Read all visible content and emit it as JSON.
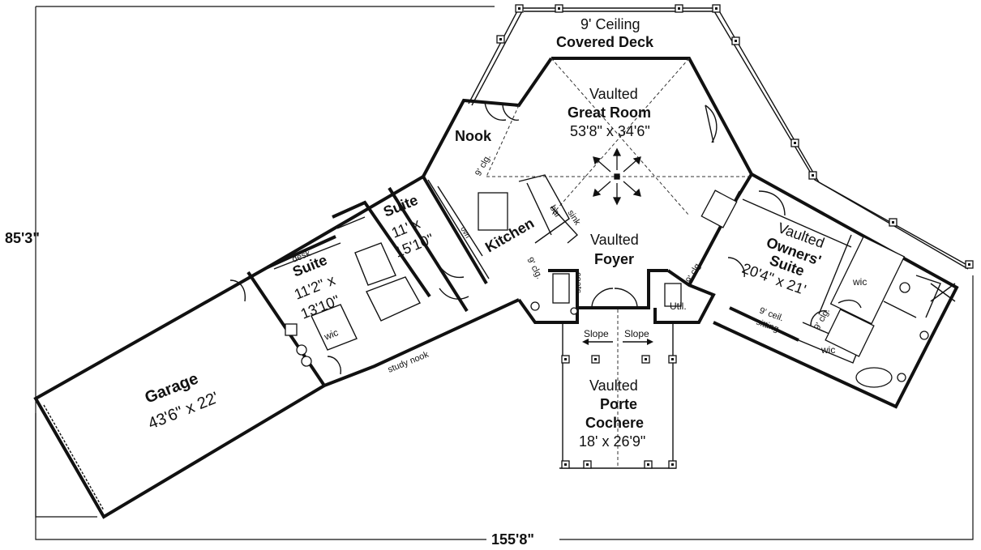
{
  "plan": {
    "overall_width": "155'8\"",
    "overall_depth": "85'3\"",
    "rooms": {
      "covered_deck": {
        "note": "9' Ceiling",
        "name": "Covered Deck"
      },
      "great_room": {
        "prefix": "Vaulted",
        "name": "Great Room",
        "size": "53'8\" x 34'6\""
      },
      "nook": {
        "name": "Nook"
      },
      "kitchen": {
        "name": "Kitchen"
      },
      "foyer": {
        "prefix": "Vaulted",
        "name": "Foyer"
      },
      "owners_suite": {
        "prefix": "Vaulted",
        "name_line1": "Owners'",
        "name_line2": "Suite",
        "size": "20'4\" x 21'"
      },
      "suite_center": {
        "name": "Suite",
        "size_line1": "11' x",
        "size_line2": "15'10\""
      },
      "suite_left": {
        "name": "Suite",
        "size_line1": "11'2\" x",
        "size_line2": "13'10\""
      },
      "garage": {
        "name": "Garage",
        "size": "43'6\" x 22'"
      },
      "porte_cochere": {
        "prefix": "Vaulted",
        "name_line1": "Porte",
        "name_line2": "Cochere",
        "size": "18' x 26'9\""
      }
    },
    "small_labels": {
      "desk": "desk",
      "wic_left": "wic",
      "wic_owner_top": "wic",
      "wic_owner_bottom": "wic",
      "study_nook": "study nook",
      "coats": "coats",
      "util": "Util.",
      "bar": "bar",
      "sink": "sink",
      "ovens": "ovn",
      "slope_left": "Slope",
      "slope_right": "Slope",
      "clg_nook": "9' clg.",
      "clg_kitchen": "9' clg.",
      "clg_owner_left": "9' clg.",
      "clg_owner_right": "9' clg.",
      "sitting_line1": "9' ceil.",
      "sitting_line2": "sitting"
    }
  }
}
